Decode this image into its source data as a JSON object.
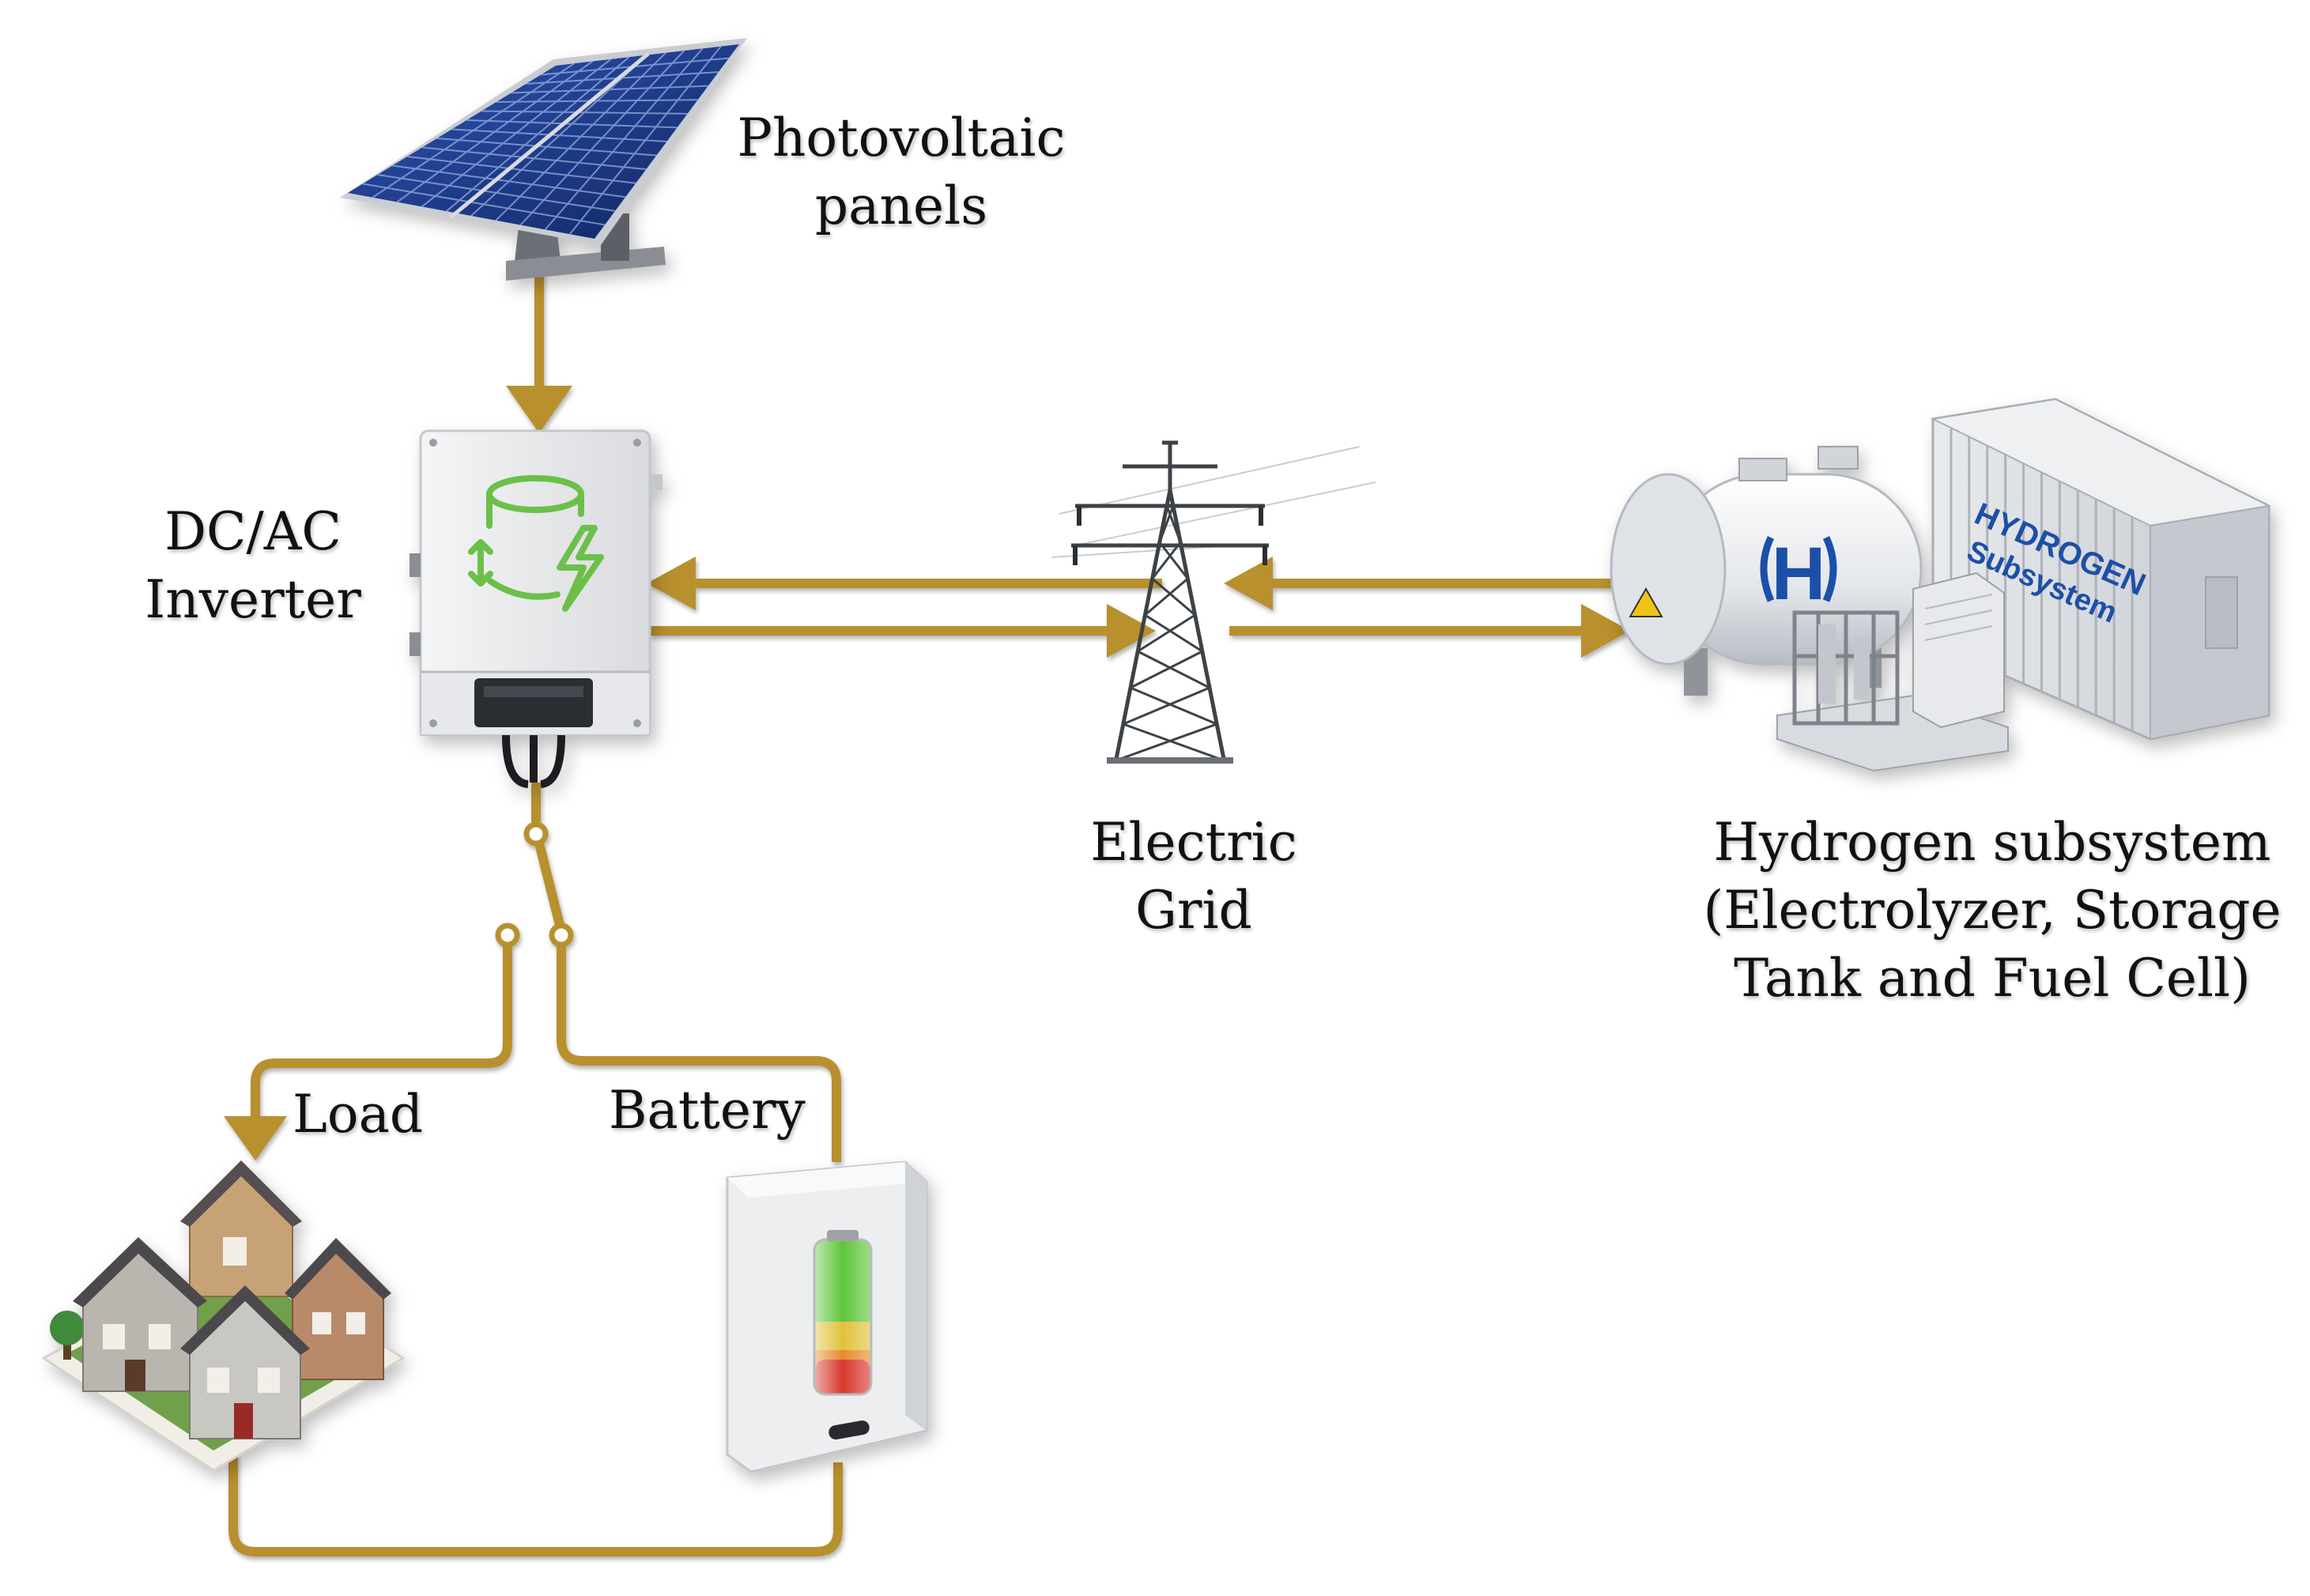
{
  "labels": {
    "pv": [
      "Photovoltaic",
      "panels"
    ],
    "inverter": [
      "DC/AC",
      "Inverter"
    ],
    "grid": [
      "Electric",
      "Grid"
    ],
    "hydrogen": [
      "Hydrogen subsystem",
      "(Electrolyzer, Storage",
      "Tank and Fuel Cell)"
    ],
    "load": "Load",
    "battery": "Battery"
  },
  "container_text": {
    "line1": "HYDROGEN",
    "line2": "Subsystem"
  },
  "tank_logo": "H",
  "colors": {
    "flow_line": "#b8902e",
    "inverter_icon": "#6cc04a",
    "panel_cell": "#1f3f8f",
    "container_text": "#1d4fa8",
    "battery_green": "#5fc63c",
    "battery_yellow": "#e0c23a",
    "battery_red": "#d8382d"
  }
}
